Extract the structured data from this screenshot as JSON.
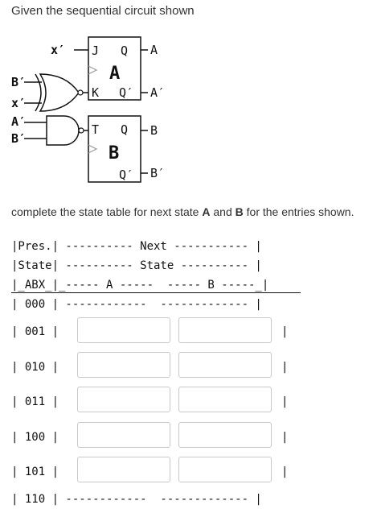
{
  "question": "Given the sequential circuit shown",
  "circuit": {
    "ff_a": {
      "name": "A",
      "input_top": "J",
      "input_bottom": "K",
      "q": "Q",
      "q_bar": "Q′",
      "out_q": "A",
      "out_q_bar": "A′",
      "in_j": "x′"
    },
    "ff_b": {
      "name": "B",
      "input_top": "T",
      "q": "Q",
      "q_bar": "Q′",
      "out_q": "B",
      "out_q_bar": "B′"
    },
    "xor_inputs": [
      "B′",
      "x′"
    ],
    "and_inputs": [
      "A′",
      "B′"
    ]
  },
  "instruction": {
    "part1": "complete the state table for next state ",
    "a": "A",
    "mid": " and ",
    "b": "B",
    "part2": " for the entries shown."
  },
  "table": {
    "header1": "|Pres.| ---------- Next ----------- |",
    "header2": "|State| ---------- State ---------- |",
    "header3": "|_ABX_|_----- A -----  ----- B -----_|",
    "first_row": "| 000 | ------------  ------------- |",
    "rows": [
      "| 001 |",
      "| 010 |",
      "| 011 |",
      "| 100 |",
      "| 101 |"
    ],
    "row_end": "|",
    "last_row": "| 110 | ------------  ------------- |"
  }
}
